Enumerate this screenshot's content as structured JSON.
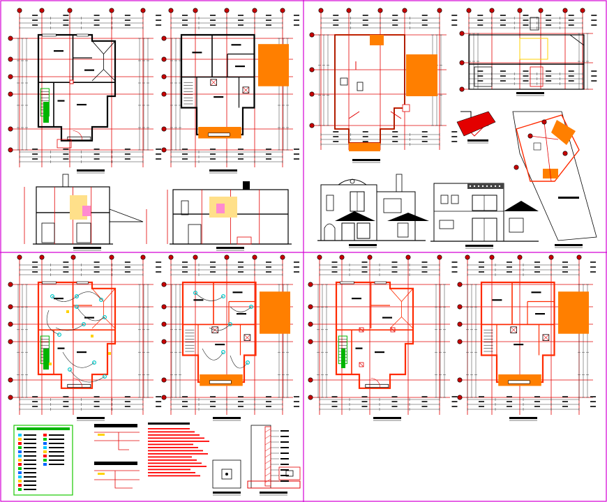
{
  "drawing": {
    "frame_color": "#d400d4",
    "colors": {
      "wall": "#ff2a00",
      "wall_dark": "#000000",
      "grid": "#e30000",
      "bubble": "#c80000",
      "orange_fill": "#ff7f00",
      "dim": "#0000c8",
      "green": "#00b400",
      "cyan": "#00c8c8",
      "yellow": "#ffd200",
      "thin": "#333333"
    },
    "quadrants": [
      "floor-plans-architectural",
      "sections-elevations-roof",
      "electrical-plans",
      "structural-plans"
    ],
    "legend_box_color": "#19c800",
    "notes_text_color": "#ff0000",
    "legend_swatches": [
      "#00c8ff",
      "#ffd200",
      "#ff0000",
      "#00c800",
      "#0064ff"
    ]
  }
}
